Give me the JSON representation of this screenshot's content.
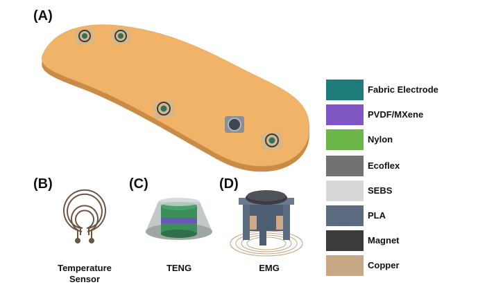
{
  "panels": {
    "a": "(A)",
    "b": "(B)",
    "c": "(C)",
    "d": "(D)"
  },
  "captions": {
    "temperature_line1": "Temperature",
    "temperature_line2": "Sensor",
    "teng": "TENG",
    "emg": "EMG"
  },
  "legend": [
    {
      "label": "Fabric Electrode",
      "color": "#1e7d78"
    },
    {
      "label": "PVDF/MXene",
      "color": "#7f57c4"
    },
    {
      "label": "Nylon",
      "color": "#6cb548"
    },
    {
      "label": "Ecoflex",
      "color": "#707372"
    },
    {
      "label": "SEBS",
      "color": "#d7d7d7"
    },
    {
      "label": "PLA",
      "color": "#5b6b80"
    },
    {
      "label": "Magnet",
      "color": "#3b3b3b"
    },
    {
      "label": "Copper",
      "color": "#c7a784"
    }
  ],
  "colors": {
    "insole": "#f0b367",
    "insole_edge": "#b87a38",
    "copper": "#a07c58"
  }
}
